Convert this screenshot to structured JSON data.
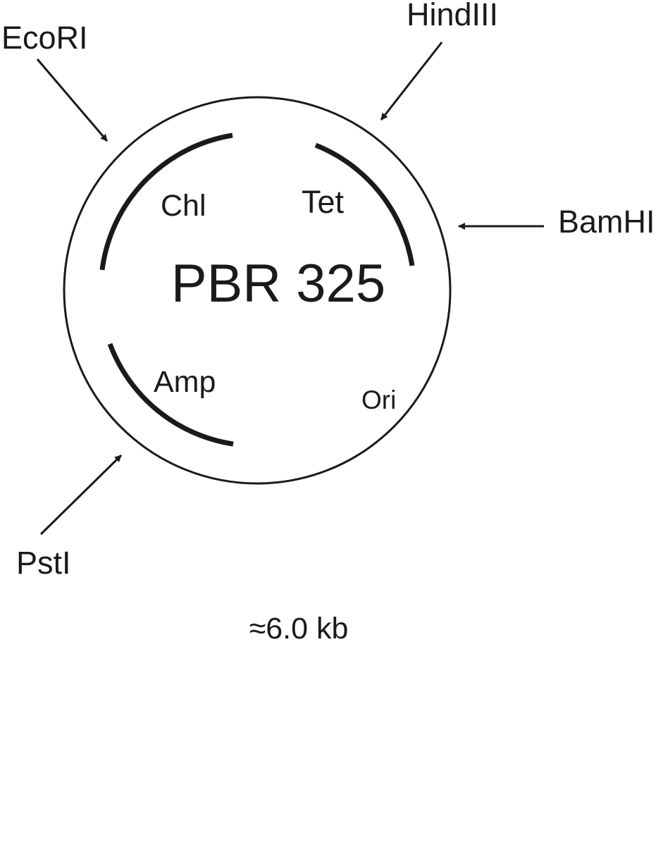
{
  "plasmid": {
    "name": "PBR 325",
    "size": "≈6.0 kb"
  },
  "genes": {
    "chl": "Chl",
    "tet": "Tet",
    "amp": "Amp",
    "ori": "Ori"
  },
  "restriction_sites": {
    "ecori": "EcoRI",
    "hindiii": "HindIII",
    "bamhi": "BamHI",
    "psti": "PstI"
  },
  "colors": {
    "ink": "#1a1a1a",
    "background": "#ffffff"
  }
}
